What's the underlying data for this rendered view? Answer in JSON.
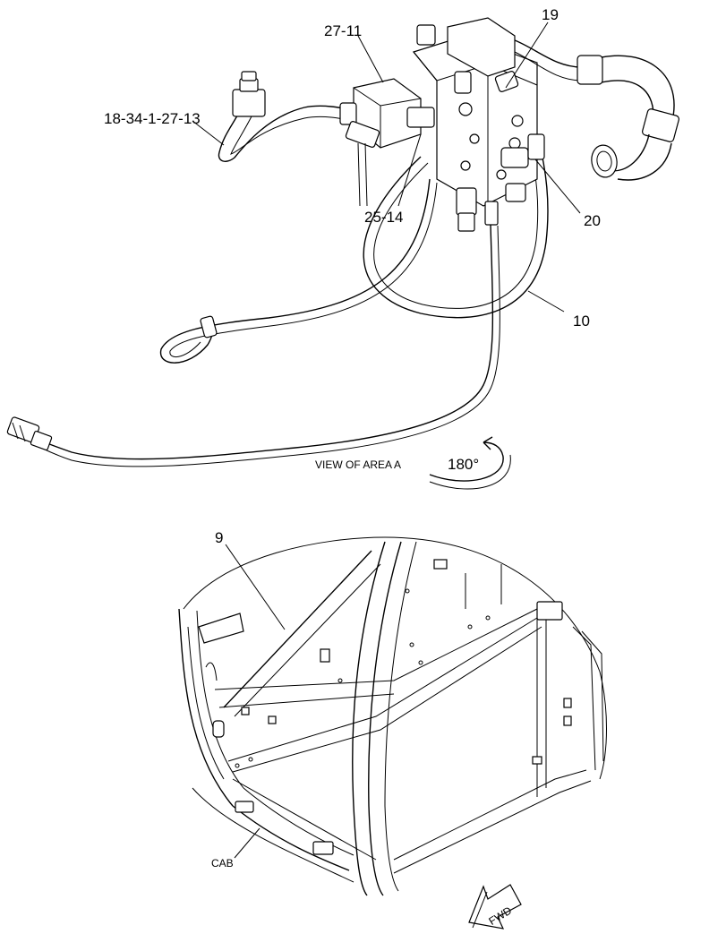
{
  "callouts": {
    "c19": "19",
    "c27_11": "27-11",
    "c18_34": "18-34-1-27-13",
    "c25_14": "25-14",
    "c20": "20",
    "c10": "10",
    "c9": "9",
    "cab": "CAB"
  },
  "view_label": "VIEW OF AREA  A",
  "rotation_label": "180°",
  "fwd_label": "FWD"
}
